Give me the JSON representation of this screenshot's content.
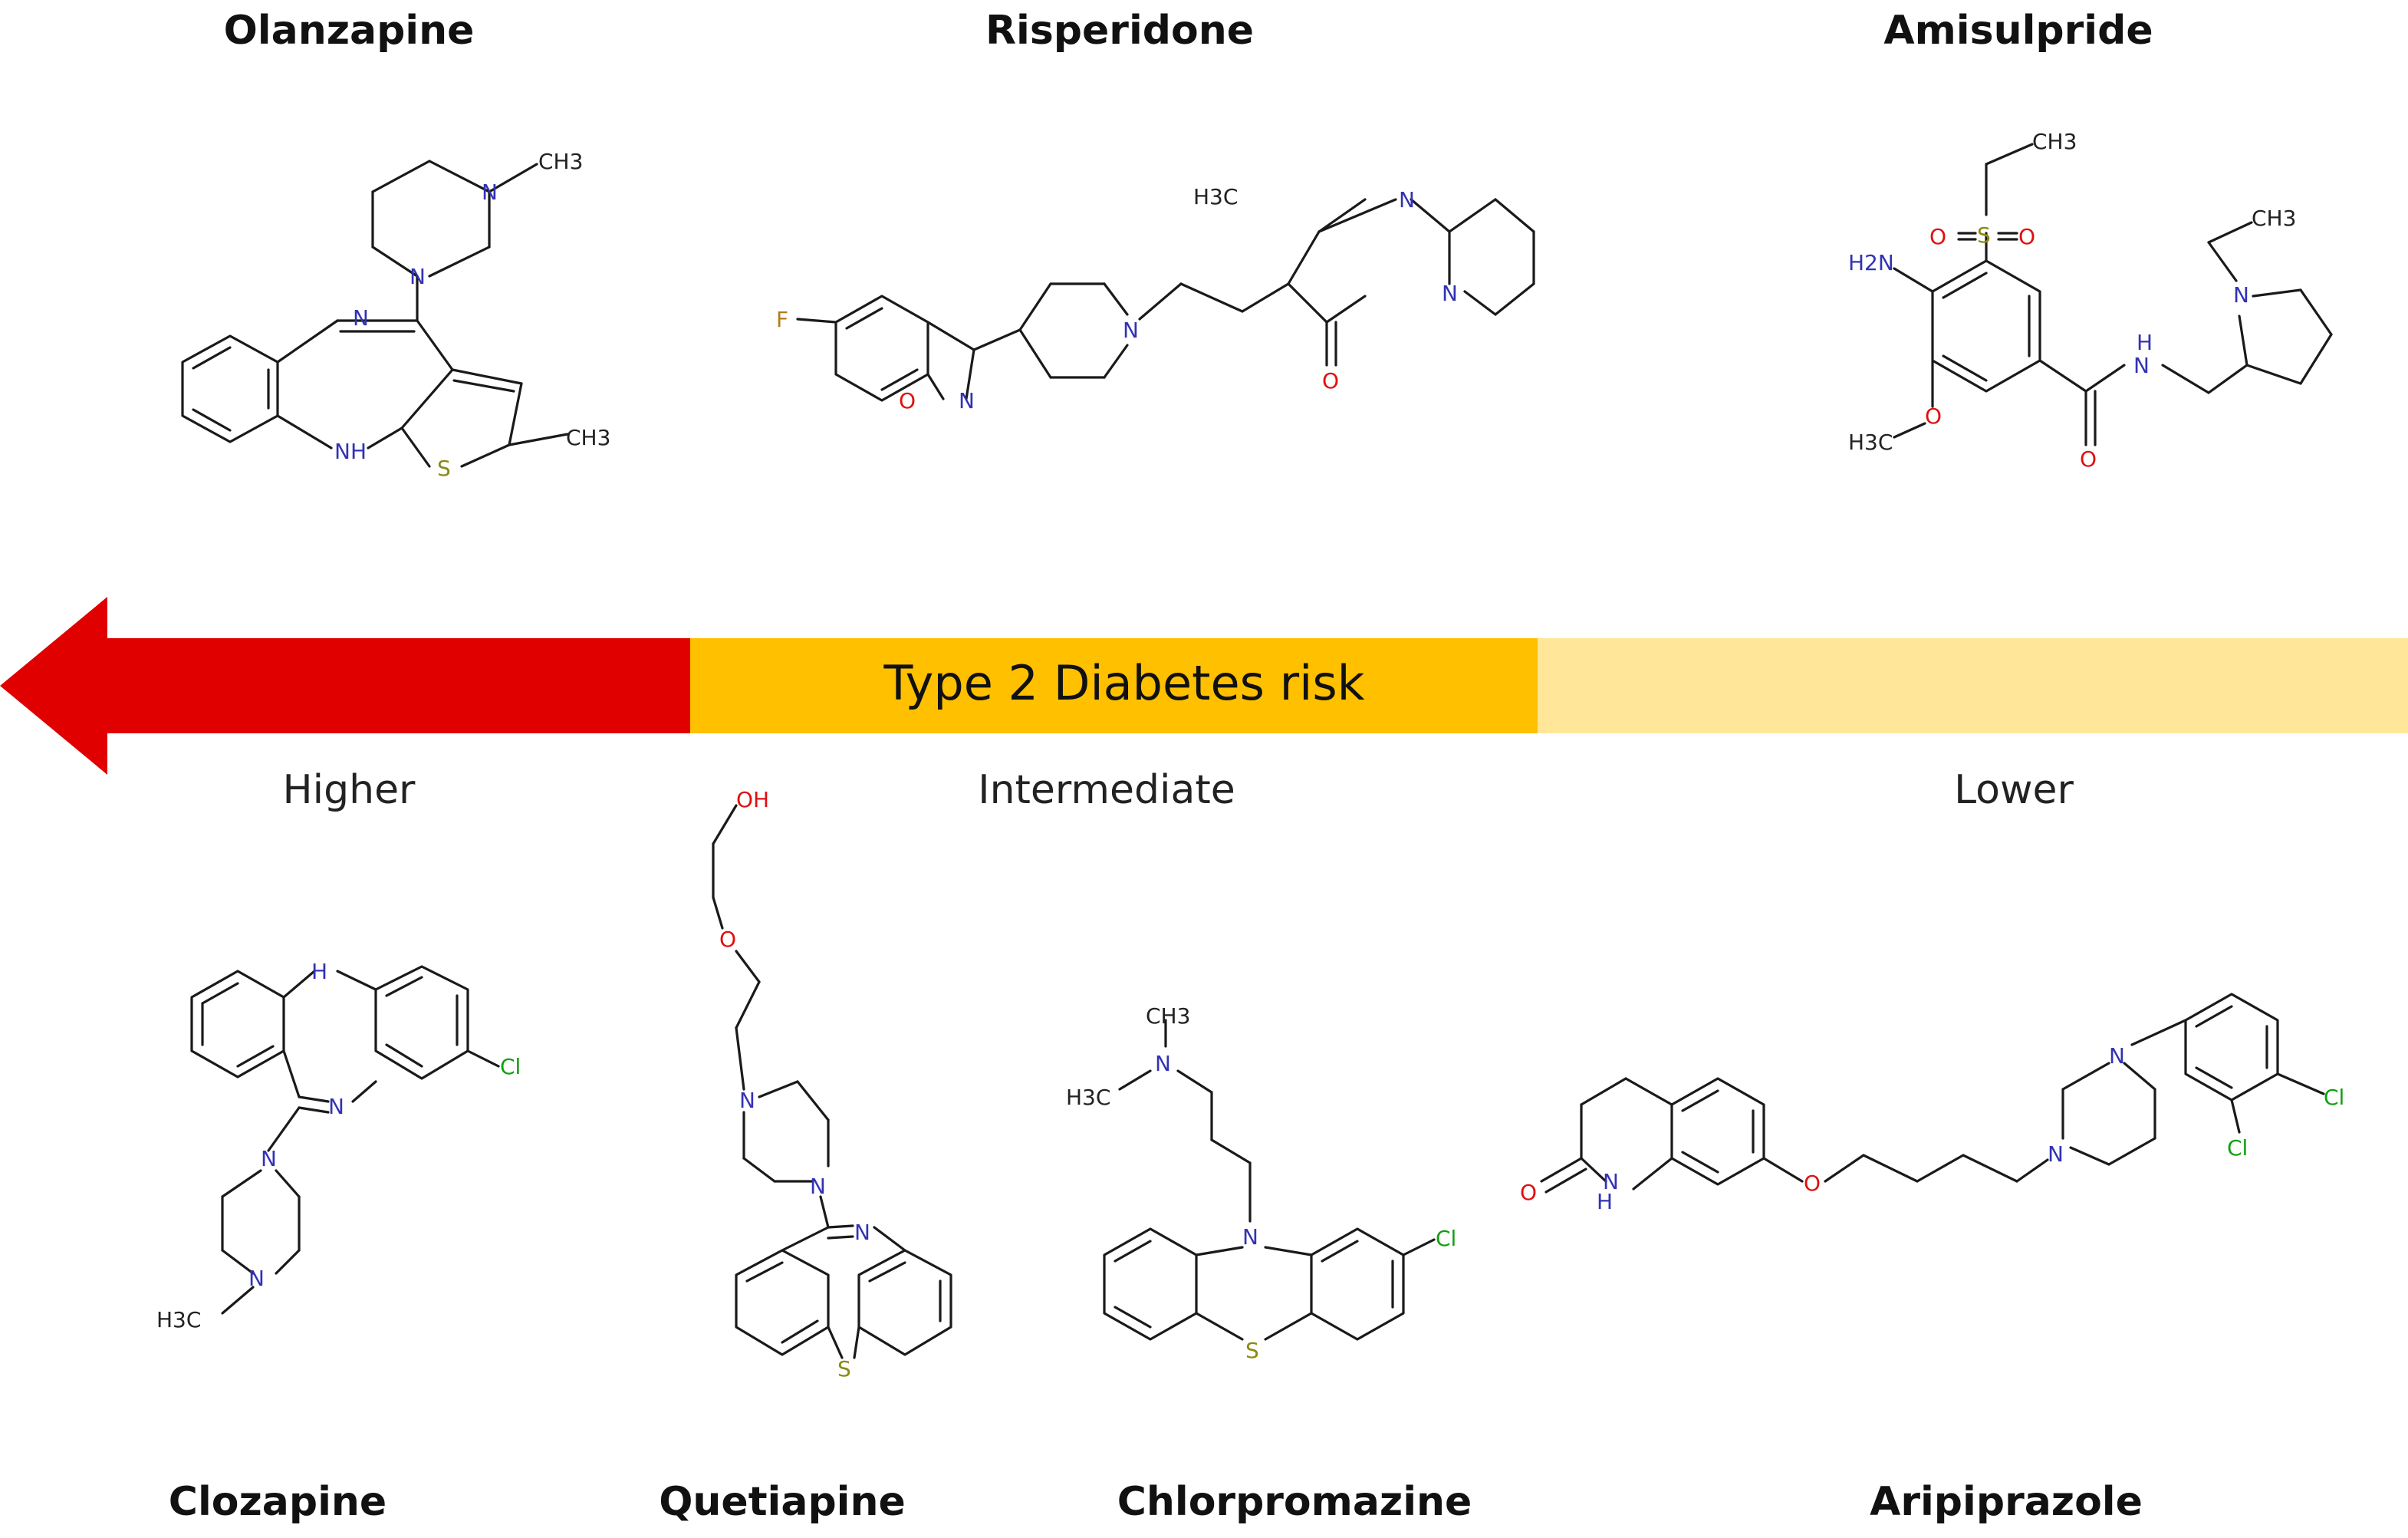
{
  "risk_scale": {
    "title": "Type 2 Diabetes risk",
    "levels": [
      "Higher",
      "Intermediate",
      "Lower"
    ],
    "colors": {
      "higher": "#e00000",
      "intermediate": "#ffc000",
      "lower": "#ffe699"
    }
  },
  "drugs": {
    "higher": [
      "Olanzapine",
      "Clozapine"
    ],
    "intermediate": [
      "Risperidone",
      "Quetiapine",
      "Chlorpromazine"
    ],
    "lower": [
      "Amisulpride",
      "Aripiprazole"
    ]
  },
  "atoms": {
    "N": "N",
    "NH": "NH",
    "H": "H",
    "O": "O",
    "OH": "OH",
    "S": "S",
    "F": "F",
    "Cl": "Cl",
    "CH3": "CH3",
    "H3C": "H3C",
    "H2N": "H2N"
  },
  "atom_colors": {
    "N": "#3232b4",
    "O": "#e01010",
    "S": "#8a8a10",
    "F": "#b47a20",
    "Cl": "#10a010"
  }
}
